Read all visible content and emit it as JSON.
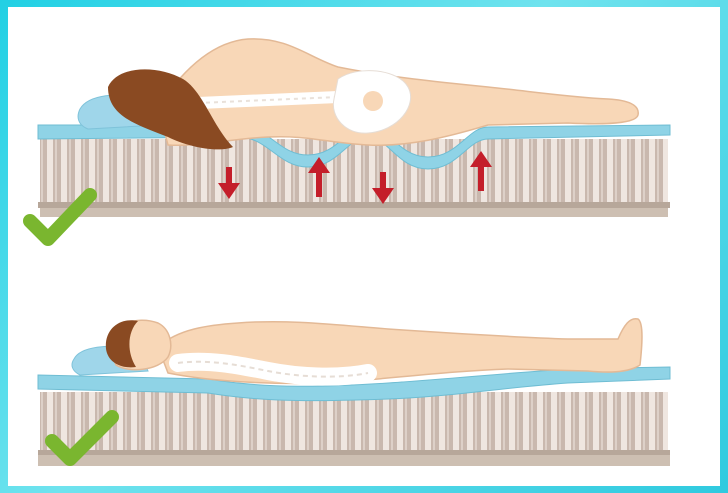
{
  "illustration": {
    "panels": [
      {
        "pose": "side-sleeping",
        "status_icon": "check-icon",
        "pressure_arrows": [
          "down",
          "up",
          "down",
          "up"
        ]
      },
      {
        "pose": "back-sleeping",
        "status_icon": "check-icon"
      }
    ]
  },
  "colors": {
    "frame": "#2fcadf",
    "skin": "#f8d7b7",
    "hair": "#8a4a22",
    "foam": "#8fd3e6",
    "springs": "#c9b8ae",
    "arrow": "#c41e2a",
    "check": "#7ab62f",
    "spine": "#ffffff"
  }
}
